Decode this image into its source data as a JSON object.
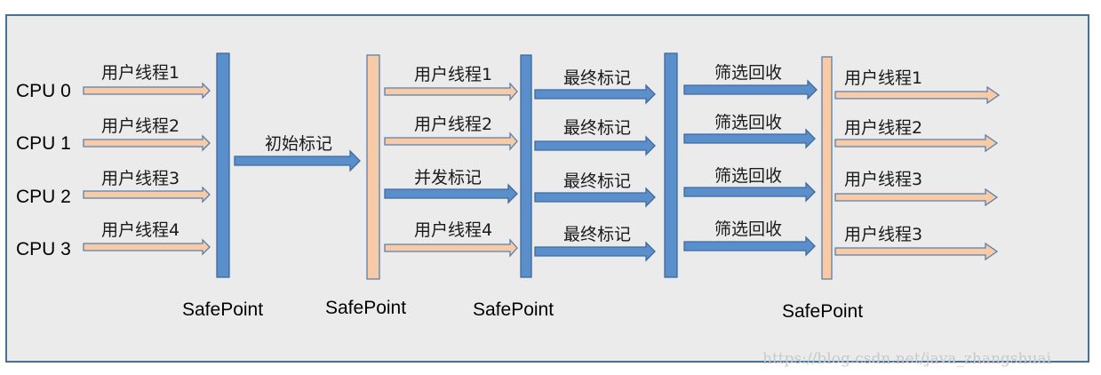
{
  "colors": {
    "background": "#ebebeb",
    "border": "#4a6f95",
    "blue_fill": "#5b8fcc",
    "blue_stroke": "#3d6a9e",
    "peach_fill": "#f7caa8",
    "peach_stroke": "#5b7fa8"
  },
  "cpus": [
    "CPU 0",
    "CPU 1",
    "CPU 2",
    "CPU 3"
  ],
  "phase1": {
    "threads": [
      "用户线程1",
      "用户线程2",
      "用户线程3",
      "用户线程4"
    ],
    "safepoint": "SafePoint"
  },
  "phase2": {
    "label": "初始标记",
    "safepoint": "SafePoint"
  },
  "phase3": {
    "threads": [
      "用户线程1",
      "用户线程2",
      "并发标记",
      "用户线程4"
    ],
    "safepoint": "SafePoint"
  },
  "phase4": {
    "labels": [
      "最终标记",
      "最终标记",
      "最终标记",
      "最终标记"
    ]
  },
  "phase5": {
    "labels": [
      "筛选回收",
      "筛选回收",
      "筛选回收",
      "筛选回收"
    ],
    "safepoint": "SafePoint"
  },
  "phase6": {
    "threads": [
      "用户线程1",
      "用户线程2",
      "用户线程3",
      "用户线程3"
    ]
  },
  "watermark": "https://blog.csdn.net/java_zhangshuai"
}
